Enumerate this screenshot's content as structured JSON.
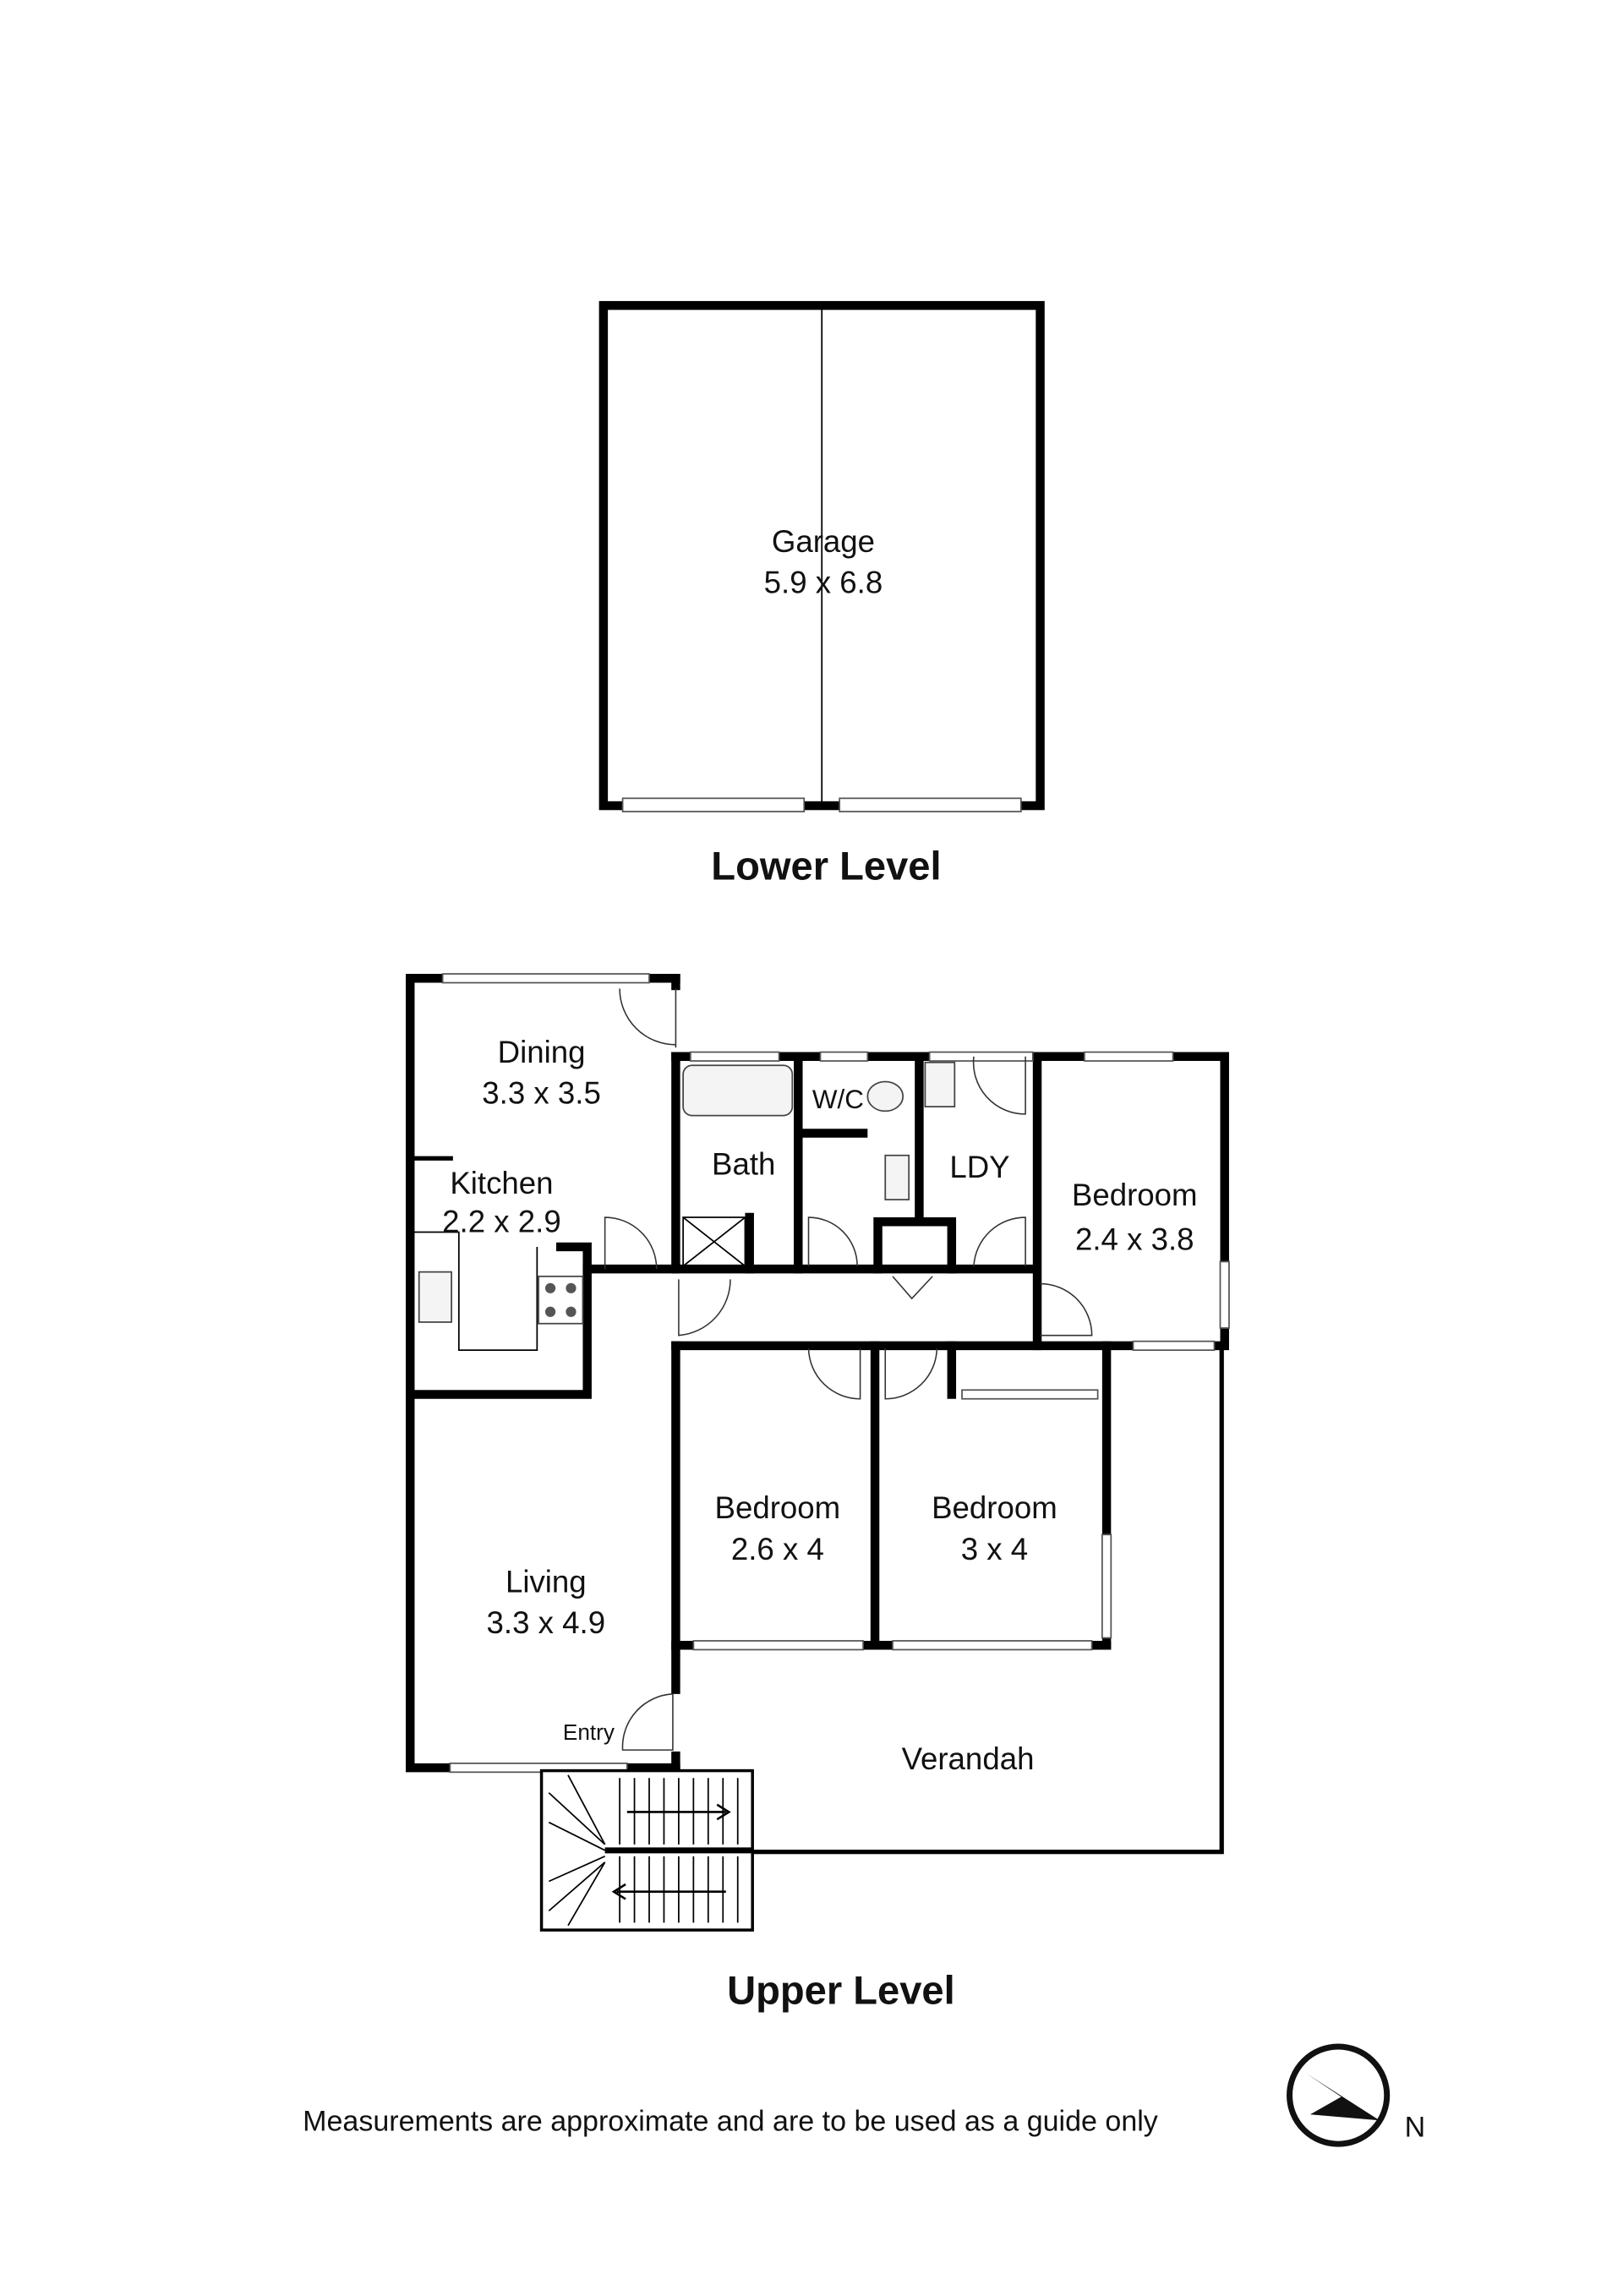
{
  "lower_level": {
    "title": "Lower Level",
    "garage": {
      "name": "Garage",
      "size": "5.9 x 6.8"
    }
  },
  "upper_level": {
    "title": "Upper Level",
    "rooms": {
      "dining": {
        "name": "Dining",
        "size": "3.3 x 3.5"
      },
      "kitchen": {
        "name": "Kitchen",
        "size": "2.2 x 2.9"
      },
      "bath": {
        "name": "Bath"
      },
      "wc": {
        "name": "W/C"
      },
      "laundry": {
        "name": "LDY"
      },
      "bedroom_east": {
        "name": "Bedroom",
        "size": "2.4 x 3.8"
      },
      "bedroom_mid": {
        "name": "Bedroom",
        "size": "2.6 x 4"
      },
      "bedroom_south": {
        "name": "Bedroom",
        "size": "3 x 4"
      },
      "living": {
        "name": "Living",
        "size": "3.3 x 4.9"
      },
      "entry": {
        "name": "Entry"
      },
      "verandah": {
        "name": "Verandah"
      }
    }
  },
  "footer": {
    "disclaimer": "Measurements are approximate and are to be used as a guide only",
    "compass_label": "N"
  }
}
